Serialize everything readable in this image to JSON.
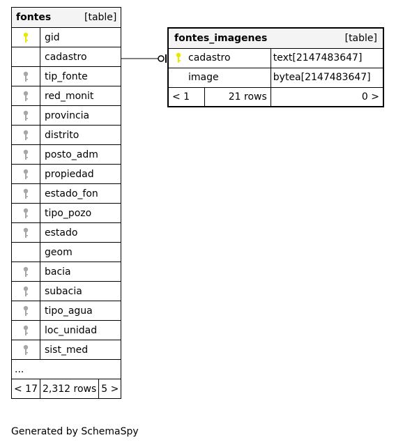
{
  "tables": {
    "fontes": {
      "name": "fontes",
      "kind": "[table]",
      "columns": [
        {
          "name": "gid",
          "key": "primary"
        },
        {
          "name": "cadastro",
          "key": "none"
        },
        {
          "name": "tip_fonte",
          "key": "foreign"
        },
        {
          "name": "red_monit",
          "key": "foreign"
        },
        {
          "name": "provincia",
          "key": "foreign"
        },
        {
          "name": "distrito",
          "key": "foreign"
        },
        {
          "name": "posto_adm",
          "key": "foreign"
        },
        {
          "name": "propiedad",
          "key": "foreign"
        },
        {
          "name": "estado_fon",
          "key": "foreign"
        },
        {
          "name": "tipo_pozo",
          "key": "foreign"
        },
        {
          "name": "estado",
          "key": "foreign"
        },
        {
          "name": "geom",
          "key": "none"
        },
        {
          "name": "bacia",
          "key": "foreign"
        },
        {
          "name": "subacia",
          "key": "foreign"
        },
        {
          "name": "tipo_agua",
          "key": "foreign"
        },
        {
          "name": "loc_unidad",
          "key": "foreign"
        },
        {
          "name": "sist_med",
          "key": "foreign"
        }
      ],
      "more": "...",
      "footer": {
        "parents": "< 17",
        "rows": "2,312 rows",
        "children": "5 >"
      }
    },
    "fontes_imagenes": {
      "name": "fontes_imagenes",
      "kind": "[table]",
      "columns": [
        {
          "name": "cadastro",
          "type": "text[2147483647]",
          "key": "primary"
        },
        {
          "name": "image",
          "type": "bytea[2147483647]",
          "key": "none"
        }
      ],
      "footer": {
        "parents": "< 1",
        "rows": "21 rows",
        "children": "0 >"
      }
    }
  },
  "generated_by": "Generated by SchemaSpy",
  "colors": {
    "primary_key": "#e8e800",
    "foreign_key": "#a6a6a6",
    "header_bg": "#f4f4f4"
  },
  "icons": {
    "primary_key": "key-icon",
    "foreign_key": "key-icon"
  }
}
